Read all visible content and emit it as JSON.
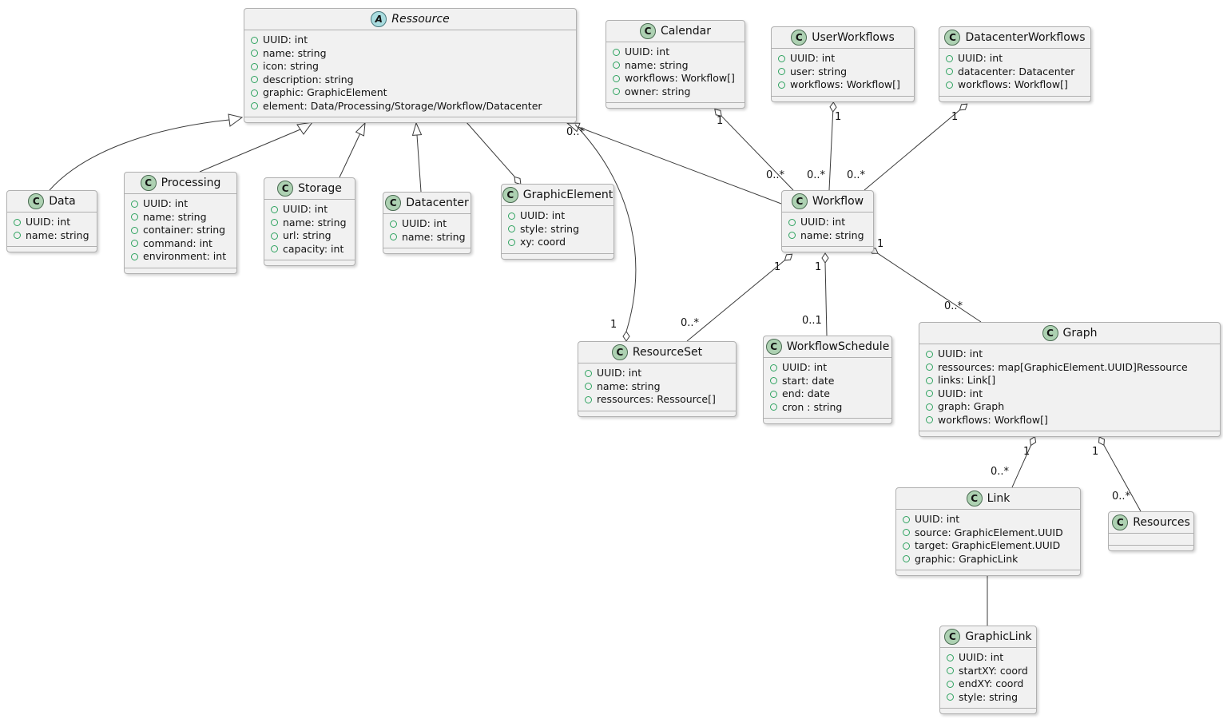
{
  "diagram": {
    "title": "UML class diagram",
    "background": "#ffffff"
  },
  "colors": {
    "bg": "#ffffff",
    "box_fill": "#f1f1f1",
    "box_border": "#b0b0b0",
    "line": "#3b3b3b",
    "spot_class": "#ADD1B2",
    "spot_abstract": "#A9DCDF",
    "field_icon": "#2FA360"
  },
  "classes": [
    {
      "id": "ressource",
      "stereotype": "abstract",
      "spot_letter": "A",
      "name": "Ressource",
      "attributes": [
        "UUID: int",
        "name: string",
        "icon: string",
        "description: string",
        "graphic: GraphicElement",
        "element: Data/Processing/Storage/Workflow/Datacenter"
      ]
    },
    {
      "id": "calendar",
      "stereotype": "class",
      "spot_letter": "C",
      "name": "Calendar",
      "attributes": [
        "UUID: int",
        "name: string",
        "workflows: Workflow[]",
        "owner: string"
      ]
    },
    {
      "id": "userworkflows",
      "stereotype": "class",
      "spot_letter": "C",
      "name": "UserWorkflows",
      "attributes": [
        "UUID: int",
        "user: string",
        "workflows: Workflow[]"
      ]
    },
    {
      "id": "datacenterworkflows",
      "stereotype": "class",
      "spot_letter": "C",
      "name": "DatacenterWorkflows",
      "attributes": [
        "UUID: int",
        "datacenter: Datacenter",
        "workflows: Workflow[]"
      ]
    },
    {
      "id": "data",
      "stereotype": "class",
      "spot_letter": "C",
      "name": "Data",
      "attributes": [
        "UUID: int",
        "name: string"
      ]
    },
    {
      "id": "processing",
      "stereotype": "class",
      "spot_letter": "C",
      "name": "Processing",
      "attributes": [
        "UUID: int",
        "name: string",
        "container: string",
        "command: int",
        "environment: int"
      ]
    },
    {
      "id": "storage",
      "stereotype": "class",
      "spot_letter": "C",
      "name": "Storage",
      "attributes": [
        "UUID: int",
        "name: string",
        "url: string",
        "capacity: int"
      ]
    },
    {
      "id": "datacenter",
      "stereotype": "class",
      "spot_letter": "C",
      "name": "Datacenter",
      "attributes": [
        "UUID: int",
        "name: string"
      ]
    },
    {
      "id": "graphicelement",
      "stereotype": "class",
      "spot_letter": "C",
      "name": "GraphicElement",
      "attributes": [
        "UUID: int",
        "style: string",
        "xy: coord"
      ]
    },
    {
      "id": "workflow",
      "stereotype": "class",
      "spot_letter": "C",
      "name": "Workflow",
      "attributes": [
        "UUID: int",
        "name: string"
      ]
    },
    {
      "id": "resourceset",
      "stereotype": "class",
      "spot_letter": "C",
      "name": "ResourceSet",
      "attributes": [
        "UUID: int",
        "name: string",
        "ressources: Ressource[]"
      ]
    },
    {
      "id": "workflowschedule",
      "stereotype": "class",
      "spot_letter": "C",
      "name": "WorkflowSchedule",
      "attributes": [
        "UUID: int",
        "start: date",
        "end: date",
        "cron : string"
      ]
    },
    {
      "id": "graph",
      "stereotype": "class",
      "spot_letter": "C",
      "name": "Graph",
      "attributes": [
        "UUID: int",
        "ressources: map[GraphicElement.UUID]Ressource",
        "links: Link[]",
        "UUID: int",
        "graph: Graph",
        "workflows: Workflow[]"
      ]
    },
    {
      "id": "link",
      "stereotype": "class",
      "spot_letter": "C",
      "name": "Link",
      "attributes": [
        "UUID: int",
        "source: GraphicElement.UUID",
        "target: GraphicElement.UUID",
        "graphic: GraphicLink"
      ]
    },
    {
      "id": "resources",
      "stereotype": "class",
      "spot_letter": "C",
      "name": "Resources",
      "attributes": []
    },
    {
      "id": "graphiclink",
      "stereotype": "class",
      "spot_letter": "C",
      "name": "GraphicLink",
      "attributes": [
        "UUID: int",
        "startXY: coord",
        "endXY: coord",
        "style: string"
      ]
    }
  ],
  "relationships": [
    {
      "type": "generalization",
      "from": "Data",
      "to": "Ressource"
    },
    {
      "type": "generalization",
      "from": "Processing",
      "to": "Ressource"
    },
    {
      "type": "generalization",
      "from": "Storage",
      "to": "Ressource"
    },
    {
      "type": "generalization",
      "from": "Datacenter",
      "to": "Ressource"
    },
    {
      "type": "generalization",
      "from": "Workflow",
      "to": "Ressource"
    },
    {
      "type": "aggregation",
      "from": "GraphicElement",
      "to": "Ressource"
    },
    {
      "type": "aggregation",
      "from": "Calendar",
      "to": "Workflow",
      "from_label": "1",
      "to_label": "0..*"
    },
    {
      "type": "aggregation",
      "from": "UserWorkflows",
      "to": "Workflow",
      "from_label": "1",
      "to_label": "0..*"
    },
    {
      "type": "aggregation",
      "from": "DatacenterWorkflows",
      "to": "Workflow",
      "from_label": "1",
      "to_label": "0..*"
    },
    {
      "type": "aggregation",
      "from": "ResourceSet",
      "to": "Ressource",
      "from_label": "1",
      "to_label": "0..*"
    },
    {
      "type": "aggregation",
      "from": "Workflow",
      "to": "ResourceSet",
      "from_label": "1",
      "to_label": "0..*"
    },
    {
      "type": "aggregation",
      "from": "Workflow",
      "to": "WorkflowSchedule",
      "from_label": "1",
      "to_label": "0..1"
    },
    {
      "type": "aggregation",
      "from": "Workflow",
      "to": "Graph",
      "from_label": "1",
      "to_label": "0..*"
    },
    {
      "type": "aggregation",
      "from": "Graph",
      "to": "Link",
      "from_label": "1",
      "to_label": "0..*"
    },
    {
      "type": "aggregation",
      "from": "Graph",
      "to": "Resources",
      "from_label": "1",
      "to_label": "0..*"
    },
    {
      "type": "association",
      "from": "Link",
      "to": "GraphicLink"
    }
  ]
}
